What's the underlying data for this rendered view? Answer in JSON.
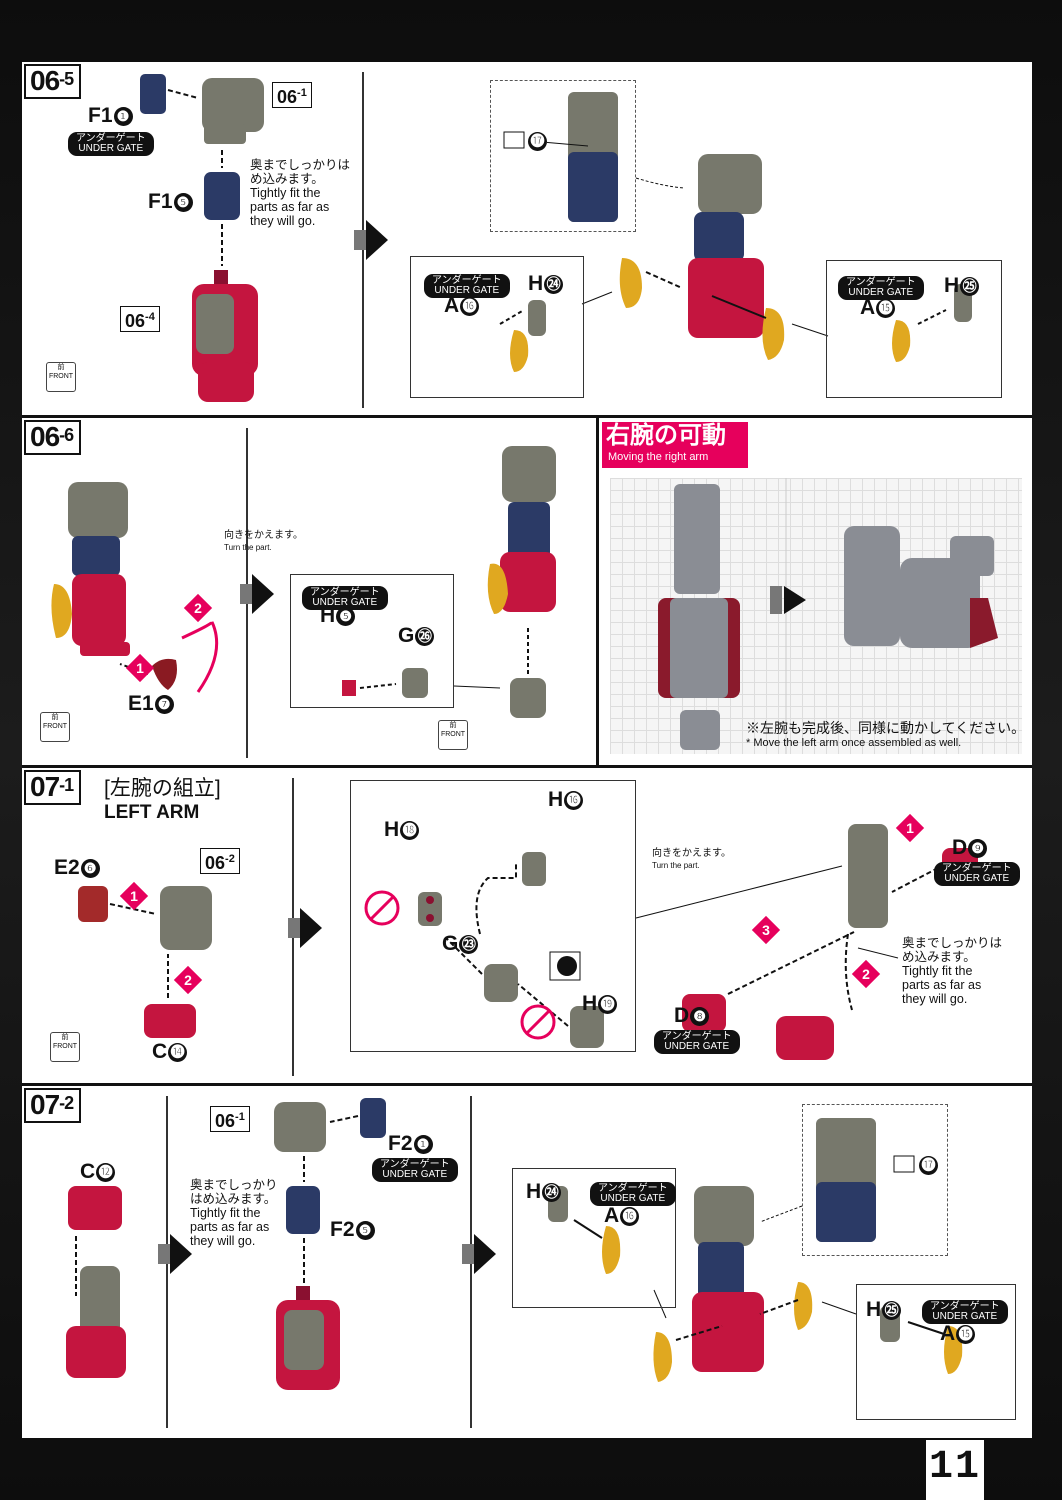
{
  "step_06_5": {
    "no": "06",
    "sub": "-5",
    "ref_top": "06",
    "ref_top_sub": "-1",
    "ref_bottom": "06",
    "ref_bottom_sub": "-4",
    "part1": "F1",
    "part1_n": "❶",
    "part2": "F1",
    "part2_n": "❺",
    "note_jp": "奥までしっかりはめ込みます。",
    "note_en": "Tightly fit the parts as far as they will go.",
    "left_sub": {
      "part1": "A",
      "part1_n": "⓰",
      "part2": "H",
      "part2_n": "㉔"
    },
    "right_sub": {
      "part1": "A",
      "part1_n": "⓯",
      "part2": "H",
      "part2_n": "㉕"
    },
    "tool_n": "⓱"
  },
  "ug": {
    "jp": "アンダーゲート",
    "en": "UNDER GATE"
  },
  "front": {
    "jp": "前",
    "en": "FRONT"
  },
  "step_06_6": {
    "no": "06",
    "sub": "-6",
    "part1": "E1",
    "part1_n": "❼",
    "turn_jp": "向きをかえます。",
    "turn_en": "Turn the part.",
    "sub_h": "H",
    "sub_h_n": "❺",
    "sub_g": "G",
    "sub_g_n": "㉖"
  },
  "right_arm": {
    "title_jp": "右腕の可動",
    "title_en": "Moving the right arm",
    "note_jp": "※左腕も完成後、同様に動かしてください。",
    "note_en": "* Move the left arm once assembled as well."
  },
  "step_07_1": {
    "no": "07",
    "sub": "-1",
    "title_jp": "[左腕の組立]",
    "title_en": "LEFT ARM",
    "ref": "06",
    "ref_sub": "-2",
    "e2": "E2",
    "e2_n": "❻",
    "c": "C",
    "c_n": "⓮",
    "h18": "H",
    "h18_n": "⓲",
    "h16": "H",
    "h16_n": "⓰",
    "g23": "G",
    "g23_n": "㉓",
    "h19": "H",
    "h19_n": "⓳",
    "d9": "D",
    "d9_n": "❾",
    "d8": "D",
    "d8_n": "❽",
    "turn_jp": "向きをかえます。",
    "turn_en": "Turn the part.",
    "note_jp": "奥までしっかりはめ込みます。",
    "note_en": "Tightly fit the parts as far as they will go."
  },
  "step_07_2": {
    "no": "07",
    "sub": "-2",
    "c": "C",
    "c_n": "⓬",
    "ref": "06",
    "ref_sub": "-1",
    "f2a": "F2",
    "f2a_n": "❶",
    "f2b": "F2",
    "f2b_n": "❺",
    "note_jp": "奥までしっかりはめ込みます。",
    "note_en": "Tightly fit the parts as far as they will go.",
    "left_sub": {
      "h": "H",
      "h_n": "㉔",
      "a": "A",
      "a_n": "⓰"
    },
    "right_sub": {
      "h": "H",
      "h_n": "㉕",
      "a": "A",
      "a_n": "⓯"
    },
    "tool_n": "⓱"
  },
  "nums": {
    "one": "1",
    "two": "2",
    "three": "3"
  },
  "page_number": "11",
  "colors": {
    "red": "#c4153f",
    "navy": "#2b3a66",
    "grey": "#77786c",
    "gold": "#e0a820",
    "magenta": "#e6005c"
  }
}
